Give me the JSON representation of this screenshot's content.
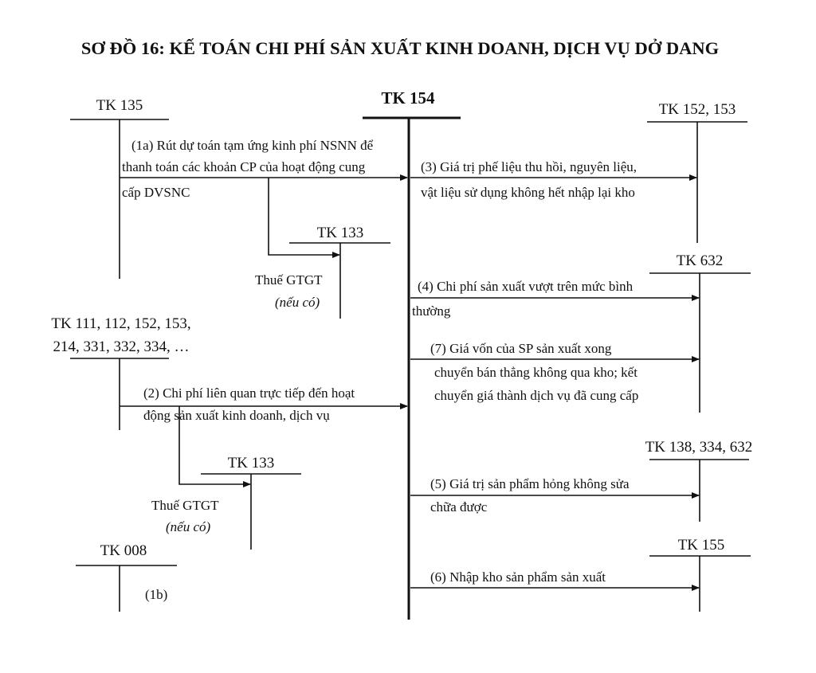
{
  "title": "SƠ ĐỒ 16: KẾ TOÁN CHI PHÍ SẢN XUẤT KINH DOANH, DỊCH VỤ DỞ DANG",
  "accounts": {
    "tk154": "TK 154",
    "tk135": "TK 135",
    "tk133_a": "TK 133",
    "tk111_line1": "TK 111, 112, 152, 153,",
    "tk111_line2": "214, 331, 332, 334, …",
    "tk133_b": "TK 133",
    "tk008": "TK 008",
    "tk152": "TK 152, 153",
    "tk632": "TK 632",
    "tk138": "TK 138, 334, 632",
    "tk155": "TK 155"
  },
  "entries": {
    "e1a": [
      "(1a) Rút dự toán tạm ứng kinh phí NSNN để",
      "thanh toán các khoản CP của hoạt động cung",
      "cấp DVSNC"
    ],
    "vat_a": [
      "Thuế  GTGT",
      "(nếu có)"
    ],
    "e2": [
      "(2) Chi phí liên quan trực tiếp đến hoạt",
      "động sản xuất kinh doanh, dịch vụ"
    ],
    "vat_b": [
      "Thuế GTGT",
      "(nếu có)"
    ],
    "e1b": "(1b)",
    "e3": [
      "(3) Giá trị phế liệu thu hồi, nguyên liệu,",
      "vật liệu sử dụng không hết nhập lại kho"
    ],
    "e4": [
      "(4) Chi phí sản xuất vượt trên mức bình",
      "thường"
    ],
    "e7": [
      "(7)  Giá  vốn  của  SP  sản  xuất  xong",
      "chuyển  bán  thẳng  không  qua  kho;  kết",
      "chuyển giá thành dịch vụ đã cung cấp"
    ],
    "e5": [
      "(5) Giá trị sản phẩm hỏng không sửa",
      "chữa được"
    ],
    "e6": "(6) Nhập kho sản phẩm sản xuất"
  }
}
